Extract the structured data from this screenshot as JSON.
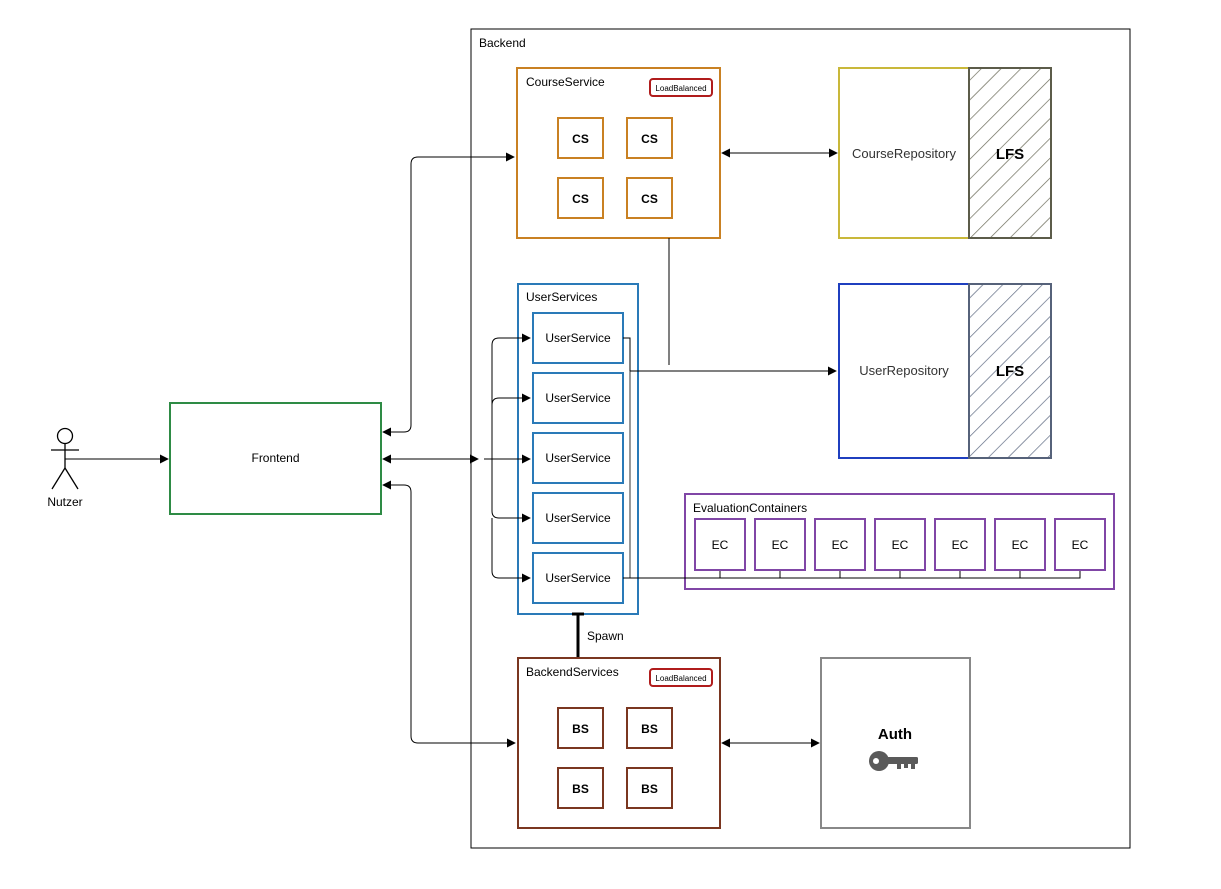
{
  "actor": {
    "label": "Nutzer"
  },
  "frontend": {
    "label": "Frontend"
  },
  "backend": {
    "label": "Backend"
  },
  "course_service": {
    "label": "CourseService",
    "badge": "LoadBalanced",
    "instances": [
      "CS",
      "CS",
      "CS",
      "CS"
    ]
  },
  "course_repository": {
    "label": "CourseRepository",
    "storage": "LFS"
  },
  "user_services": {
    "label": "UserServices",
    "instances": [
      "UserService",
      "UserService",
      "UserService",
      "UserService",
      "UserService"
    ]
  },
  "user_repository": {
    "label": "UserRepository",
    "storage": "LFS"
  },
  "evaluation_containers": {
    "label": "EvaluationContainers",
    "instances": [
      "EC",
      "EC",
      "EC",
      "EC",
      "EC",
      "EC",
      "EC"
    ]
  },
  "spawn": {
    "label": "Spawn"
  },
  "backend_services": {
    "label": "BackendServices",
    "badge": "LoadBalanced",
    "instances": [
      "BS",
      "BS",
      "BS",
      "BS"
    ]
  },
  "auth": {
    "label": "Auth",
    "icon": "key-icon"
  },
  "colors": {
    "frontend": "#2e8b45",
    "course_service": "#c98123",
    "course_repository": "#c9b83a",
    "user_services": "#2a7ab8",
    "user_repository": "#1f3fbf",
    "evaluation_containers": "#8046a6",
    "backend_services": "#7a3620",
    "badge": "#b01c1c",
    "auth": "#888888",
    "lfs": "#5c5c4a",
    "lfs_blue": "#56627a"
  }
}
